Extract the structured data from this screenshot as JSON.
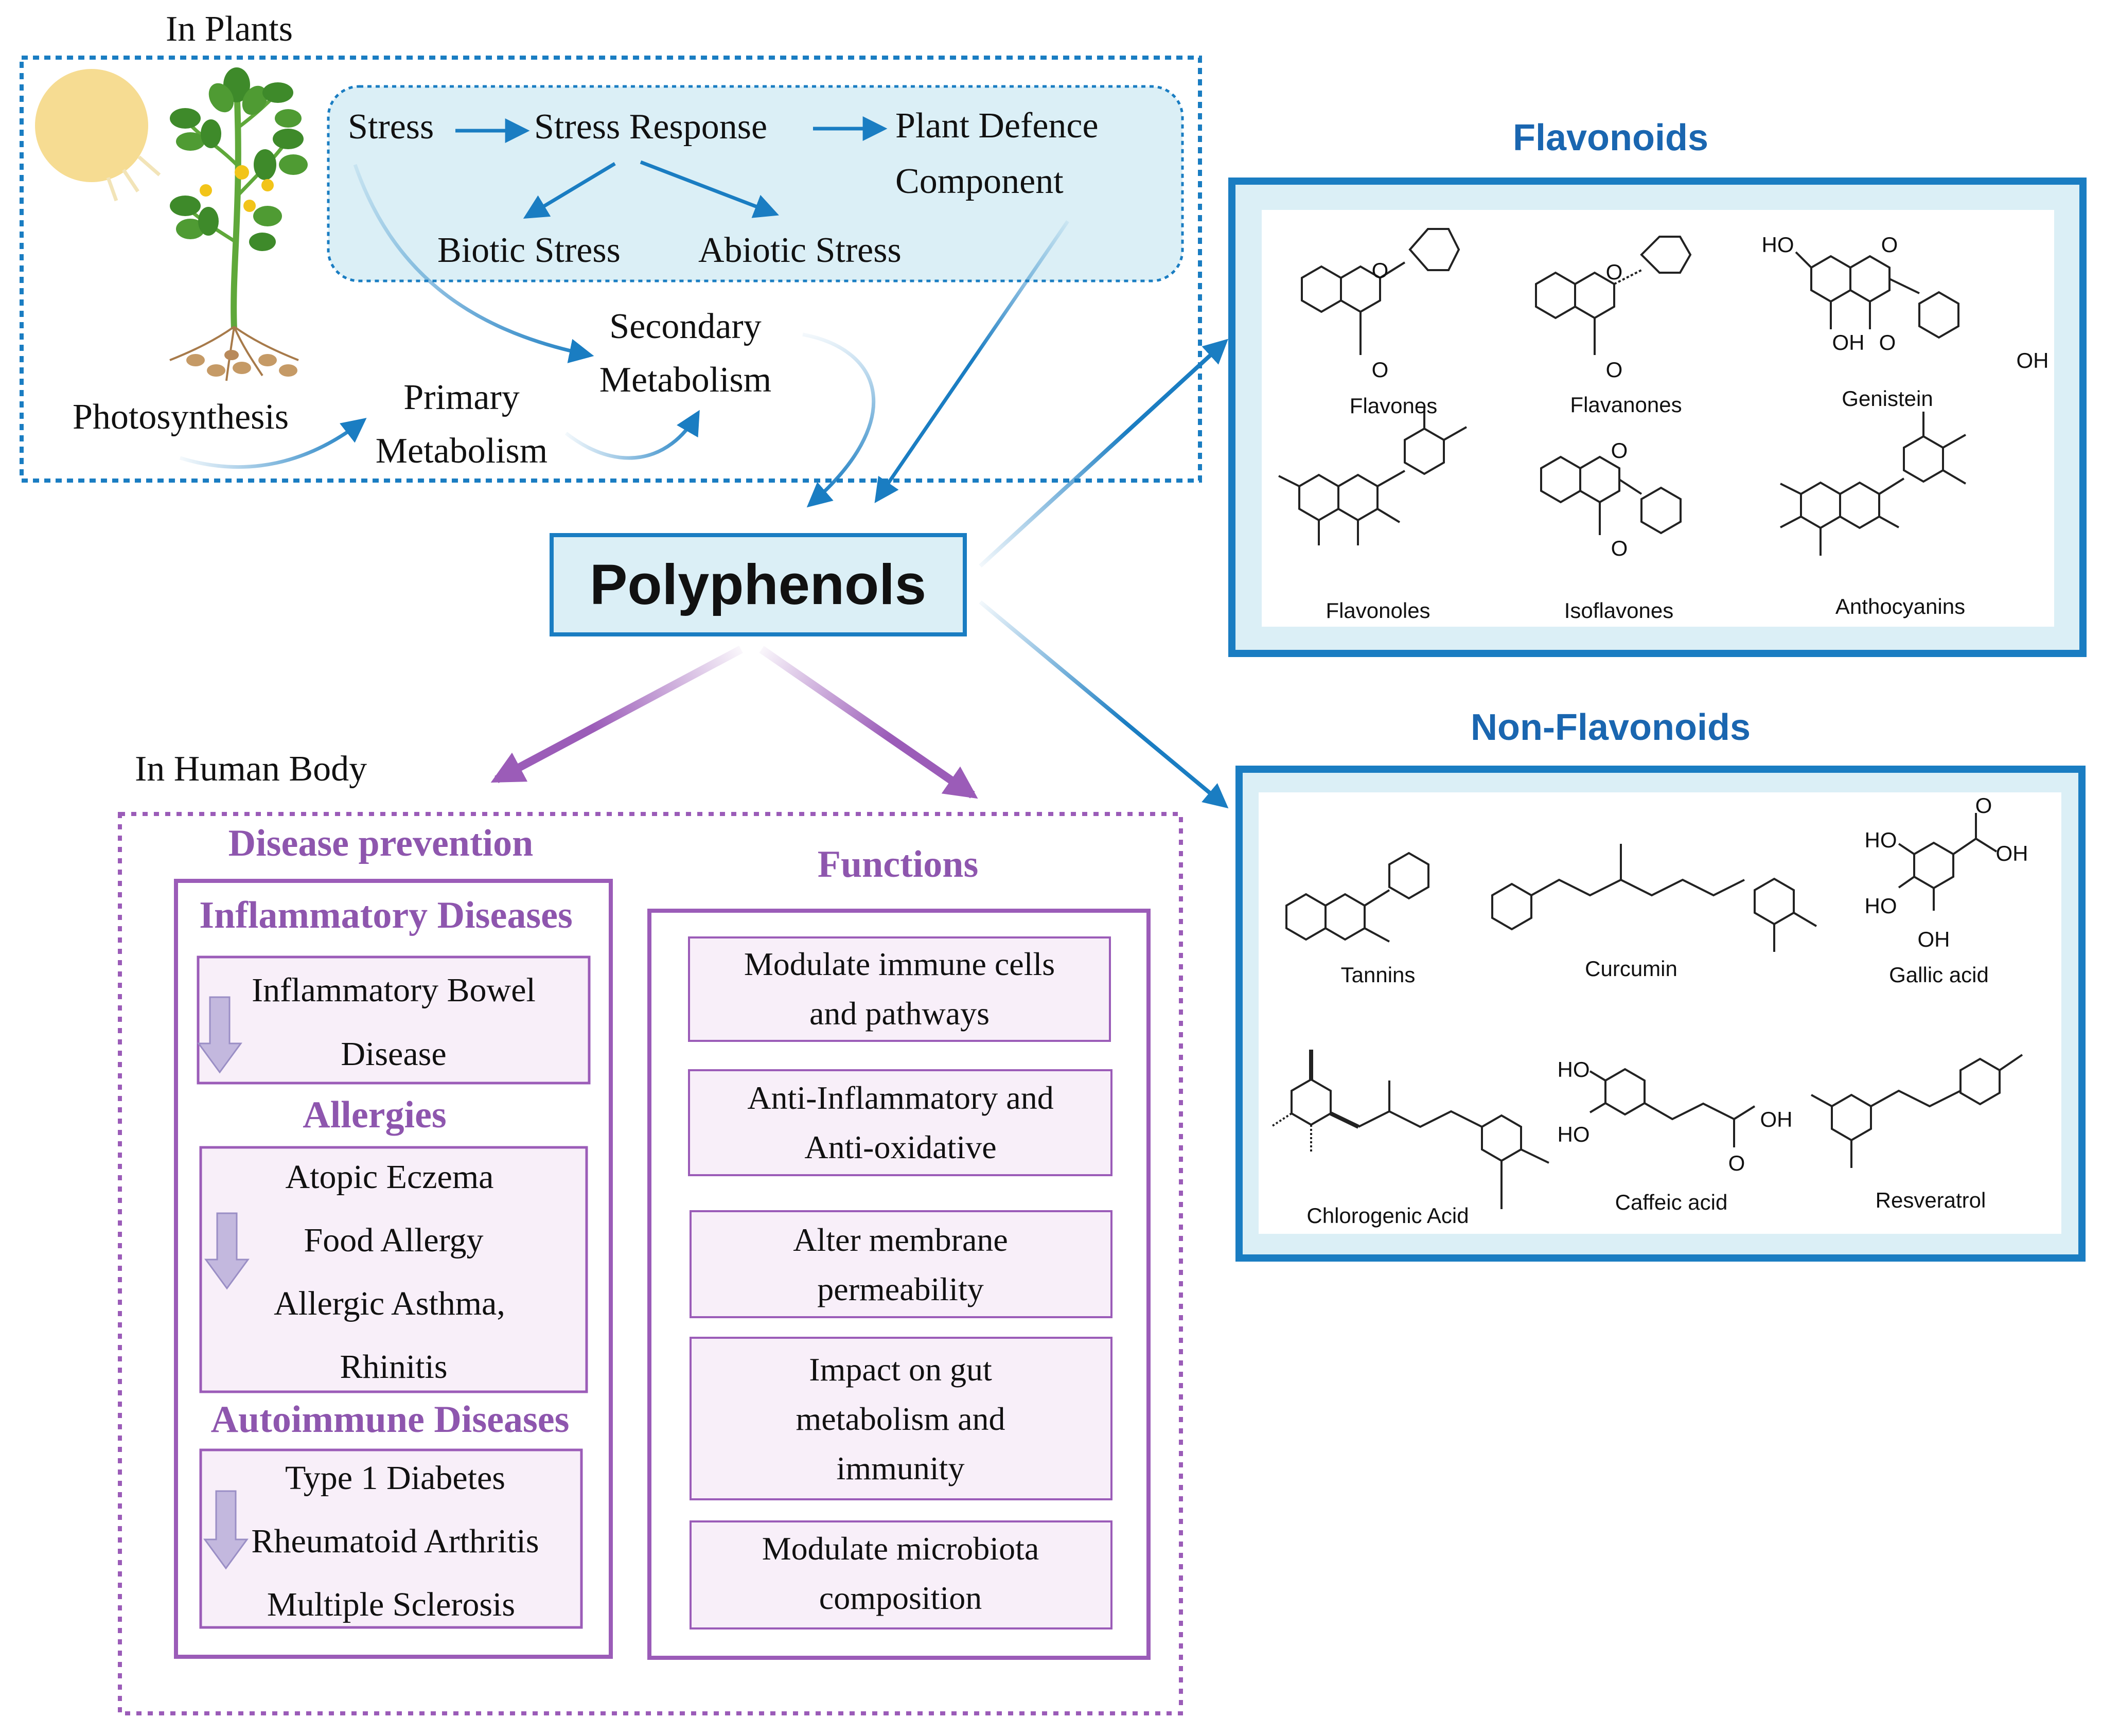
{
  "plants": {
    "section_label": "In Plants",
    "stress": "Stress",
    "stress_response": "Stress Response",
    "plant_defence_1": "Plant Defence",
    "plant_defence_2": "Component",
    "biotic": "Biotic Stress",
    "abiotic": "Abiotic Stress",
    "secondary_1": "Secondary",
    "secondary_2": "Metabolism",
    "primary_1": "Primary",
    "primary_2": "Metabolism",
    "photosynthesis": "Photosynthesis"
  },
  "center": {
    "title": "Polyphenols"
  },
  "flavonoids": {
    "title": "Flavonoids",
    "compounds": [
      "Flavones",
      "Flavanones",
      "Genistein",
      "Flavonoles",
      "Isoflavones",
      "Anthocyanins"
    ]
  },
  "non_flavonoids": {
    "title": "Non-Flavonoids",
    "compounds": [
      "Tannins",
      "Curcumin",
      "Gallic acid",
      "Chlorogenic Acid",
      "Caffeic acid",
      "Resveratrol"
    ]
  },
  "chem_labels": {
    "o": "O",
    "ho": "HO",
    "oh": "OH"
  },
  "human": {
    "section_label": "In Human Body",
    "disease_prevention": "Disease prevention",
    "inflammatory_title": "Inflammatory Diseases",
    "inflammatory_items": [
      "Inflammatory Bowel",
      "Disease"
    ],
    "allergies_title": "Allergies",
    "allergies_items": [
      "Atopic Eczema",
      "Food Allergy",
      "Allergic Asthma,",
      "Rhinitis"
    ],
    "autoimmune_title": "Autoimmune Diseases",
    "autoimmune_items": [
      "Type 1 Diabetes",
      "Rheumatoid Arthritis",
      "Multiple Sclerosis"
    ],
    "functions_title": "Functions",
    "functions": [
      [
        "Modulate immune cells",
        "and pathways"
      ],
      [
        "Anti-Inflammatory and",
        "Anti-oxidative"
      ],
      [
        "Alter membrane",
        "permeability"
      ],
      [
        "Impact on gut",
        "metabolism and",
        "immunity"
      ],
      [
        "Modulate microbiota",
        "composition"
      ]
    ]
  },
  "colors": {
    "blue": "#1a7dc2",
    "blue_dark": "#1a66b0",
    "purple": "#9b5cb8",
    "light_blue_fill": "#dbeff6",
    "light_purple_fill": "#f8eff9"
  }
}
